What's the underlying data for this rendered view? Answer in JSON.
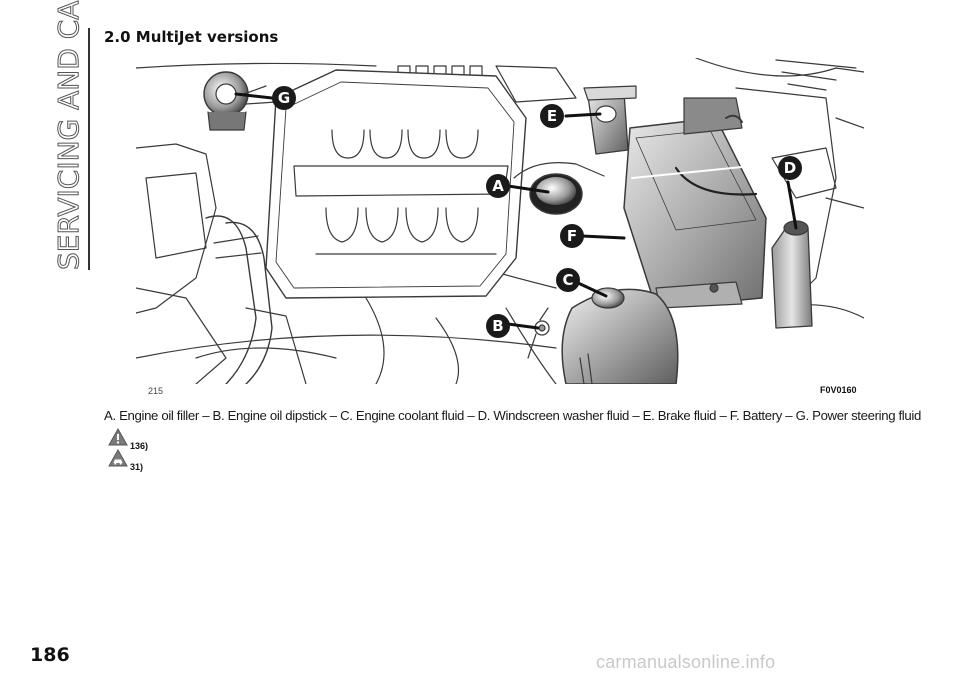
{
  "section_side_title": "SERVICING AND CARE",
  "section_heading": "2.0 MultiJet versions",
  "figure": {
    "number": "215",
    "code": "F0V0160",
    "callouts": [
      "G",
      "E",
      "D",
      "A",
      "F",
      "C",
      "B"
    ]
  },
  "caption": "A. Engine oil filler – B. Engine oil dipstick – C. Engine coolant fluid – D. Windscreen washer fluid – E. Brake fluid – F. Battery – G. Power steering fluid",
  "references": [
    {
      "icon": "warning-triangle-icon",
      "text": "136)"
    },
    {
      "icon": "car-attention-icon",
      "text": "31)"
    }
  ],
  "page_number": "186",
  "watermark": "carmanualsonline.info"
}
